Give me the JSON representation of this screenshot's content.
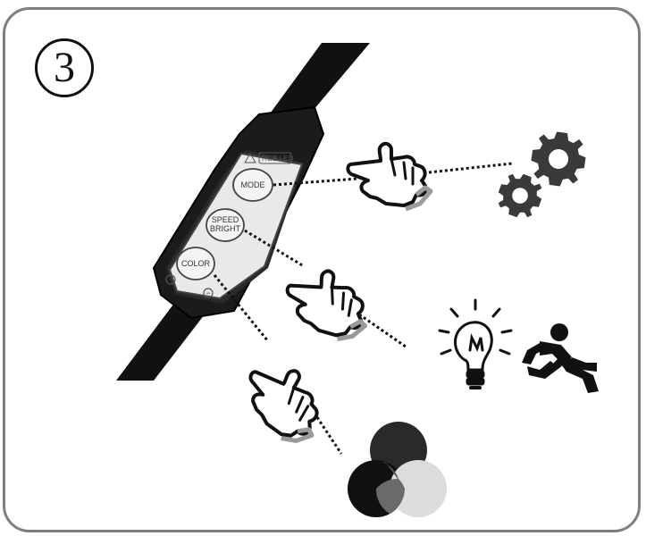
{
  "step": {
    "number": "3"
  },
  "controller": {
    "badge": "RGB LED",
    "buttons": {
      "mode": "MODE",
      "speed_line1": "SPEED",
      "speed_line2": "BRIGHT",
      "color": "COLOR"
    },
    "plus_symbol": "+",
    "minus_symbol": "−"
  },
  "icons": [
    "gears-icon",
    "light-bulb-icon",
    "running-person-icon",
    "color-circles-icon",
    "pointing-hand-icon"
  ],
  "colors": {
    "frame": "#7f7f7f",
    "cable": "#111111",
    "controller_body": "#1a1a1a",
    "button_face": "#f4f4f4"
  }
}
